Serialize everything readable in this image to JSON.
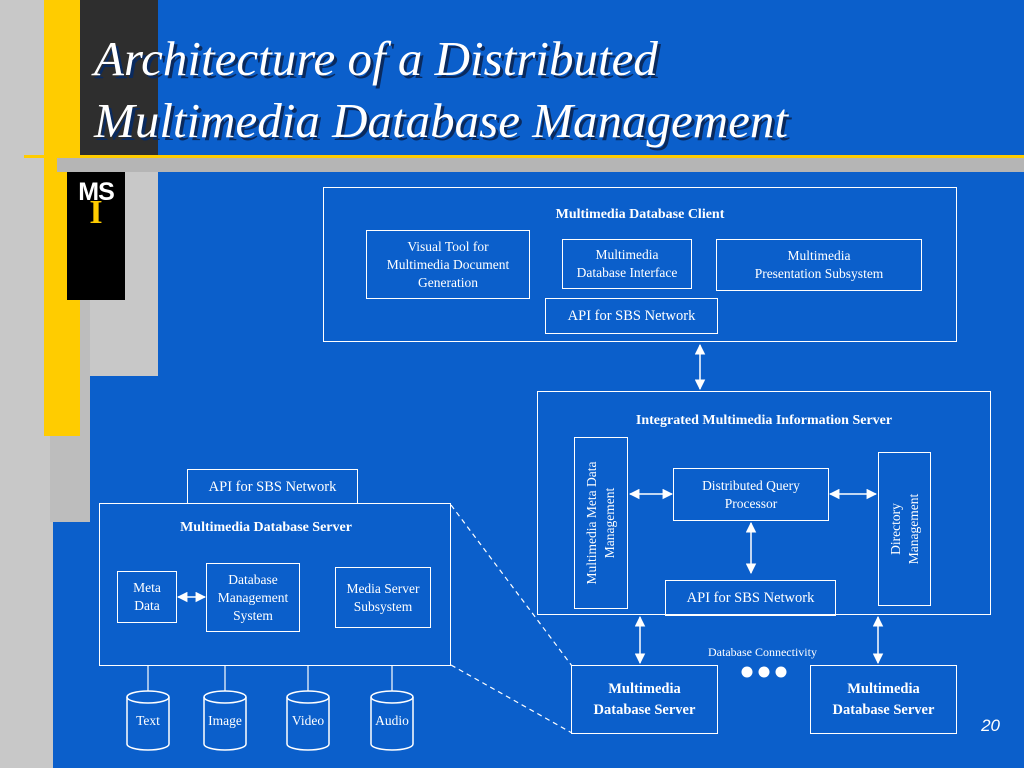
{
  "slide": {
    "title_line1": "Architecture of a Distributed",
    "title_line2": "Multimedia Database Management",
    "page_number": "20",
    "logo": {
      "letters": "MS",
      "accent": "I"
    }
  },
  "client": {
    "heading": "Multimedia Database Client",
    "visual_tool_line1": "Visual Tool for",
    "visual_tool_line2": "Multimedia Document",
    "visual_tool_line3": "Generation",
    "db_interface_line1": "Multimedia",
    "db_interface_line2": "Database Interface",
    "presentation_line1": "Multimedia",
    "presentation_line2": "Presentation Subsystem",
    "api": "API for SBS Network"
  },
  "info_server": {
    "heading": "Integrated Multimedia Information Server",
    "meta_line1": "Multimedia Meta Data",
    "meta_line2": "Management",
    "dqp_line1": "Distributed Query",
    "dqp_line2": "Processor",
    "dir_line1": "Directory",
    "dir_line2": "Management",
    "api": "API for SBS Network"
  },
  "db_server": {
    "api": "API for SBS Network",
    "heading": "Multimedia Database Server",
    "meta_line1": "Meta",
    "meta_line2": "Data",
    "dbms_line1": "Database",
    "dbms_line2": "Management",
    "dbms_line3": "System",
    "media_line1": "Media Server",
    "media_line2": "Subsystem"
  },
  "storage": [
    "Text",
    "Image",
    "Video",
    "Audio"
  ],
  "bottom_servers": {
    "left_line1": "Multimedia",
    "left_line2": "Database Server",
    "right_line1": "Multimedia",
    "right_line2": "Database Server",
    "connectivity": "Database Connectivity"
  },
  "colors": {
    "background": "#0B5FCB",
    "accent": "#FFCC00",
    "stripe": "#C8C8C8"
  }
}
